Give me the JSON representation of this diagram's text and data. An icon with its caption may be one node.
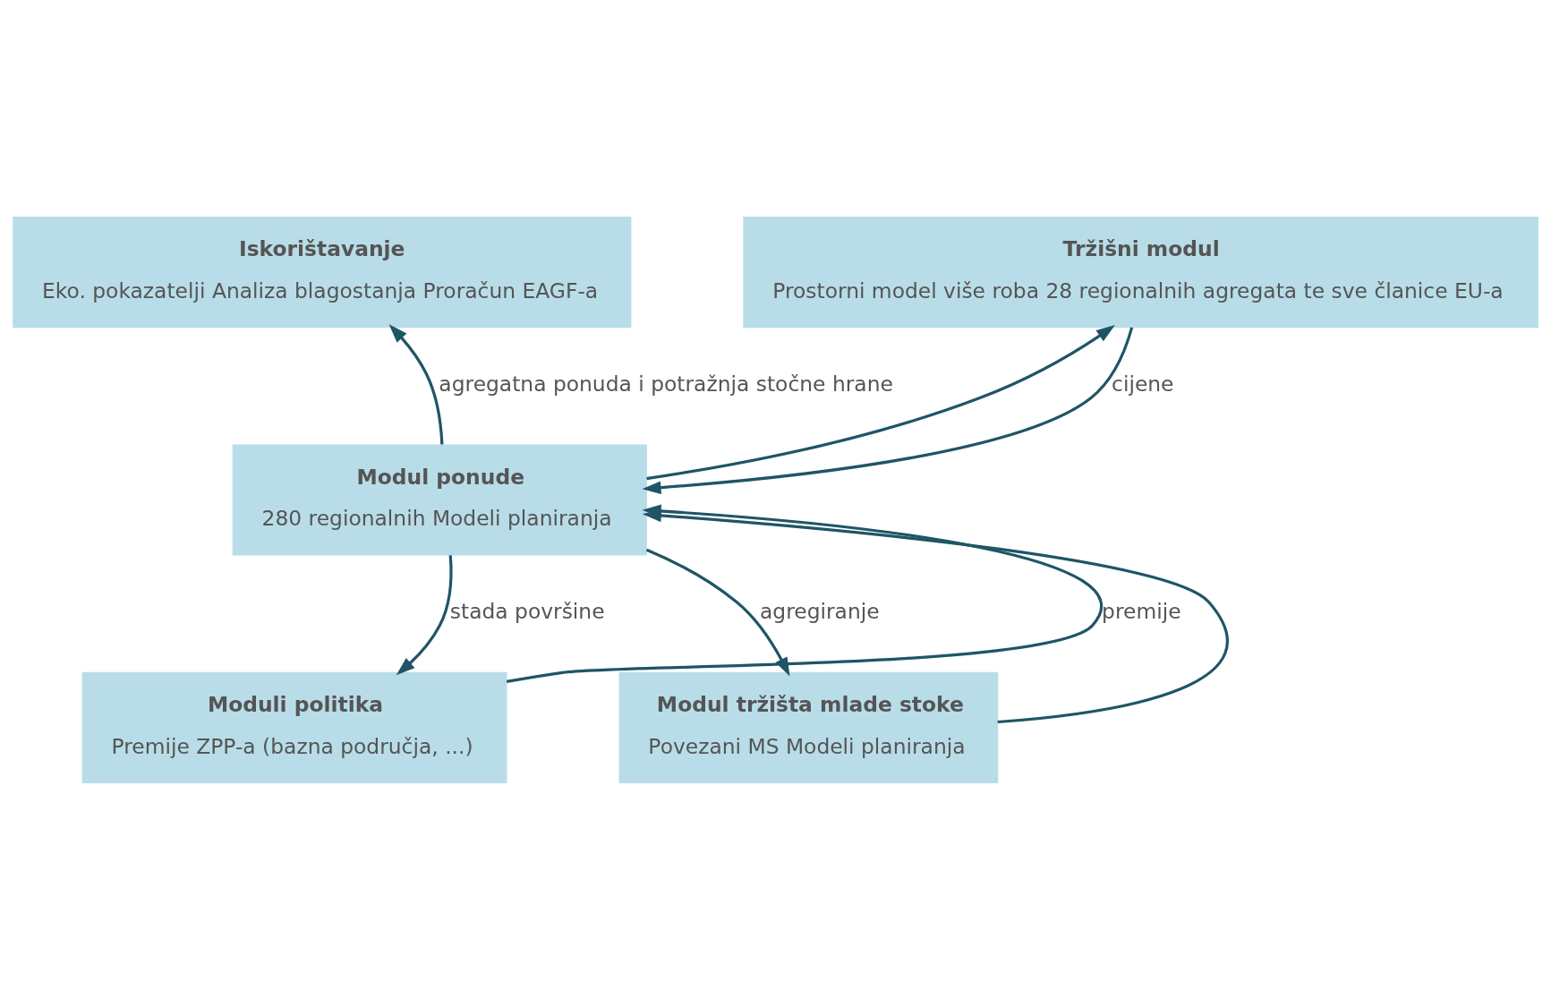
{
  "diagram": {
    "nodes": [
      {
        "text": [
          "Iskorištavanje",
          "Eko. pokazatelji Analiza blagostanja Proračun EAGF-a"
        ]
      },
      {
        "text": [
          "Tržišni modul",
          "Prostorni model više roba 28 regionalnih agregata te sve članice EU-a"
        ]
      },
      {
        "text": [
          "Modul ponude",
          "280 regionalnih Modeli planiranja"
        ]
      },
      {
        "text": [
          "Moduli politika",
          "Premije ZPP-a (bazna područja, ...)"
        ]
      },
      {
        "text": [
          "Modul tržišta mlade stoke",
          "Povezani MS Modeli planiranja"
        ]
      }
    ],
    "edges": [
      {
        "from": 2,
        "to": 0,
        "arrow": "to",
        "label": "agregatna ponuda i potražnja stočne hrane"
      },
      {
        "from": 2,
        "to": 1,
        "arrow": "to"
      },
      {
        "from": 1,
        "to": 2,
        "arrow": "to",
        "label": "cijene"
      },
      {
        "from": 3,
        "to": 2,
        "arrow": "to",
        "label": "premije"
      },
      {
        "from": 4,
        "to": 2,
        "arrow": "to"
      },
      {
        "from": 2,
        "to": 3,
        "arrow": "to",
        "label": "stada površine"
      },
      {
        "from": 2,
        "to": 4,
        "arrow": "to",
        "label": "agregiranje"
      }
    ]
  }
}
